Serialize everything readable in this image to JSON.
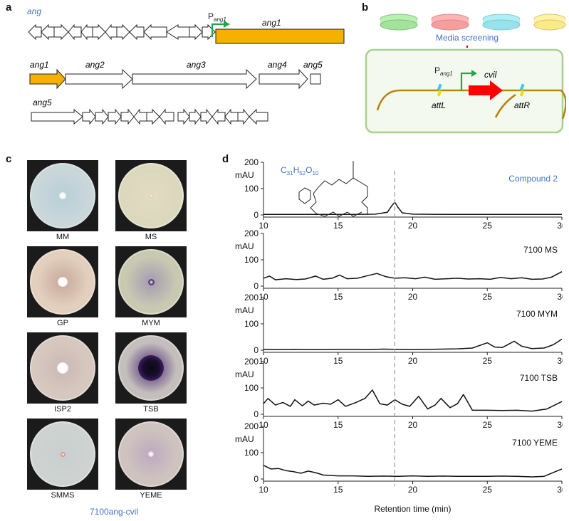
{
  "panels": {
    "a": "a",
    "b": "b",
    "c": "c",
    "d": "d"
  },
  "panel_a": {
    "cluster_name": "ang",
    "promoter": "P",
    "promoter_sub": "ang1",
    "genes_row1_label": "ang1",
    "row2_labels": [
      "ang1",
      "ang2",
      "ang3",
      "ang4",
      "ang5"
    ],
    "row3_label": "ang5",
    "colors": {
      "highlight": "#f5b000",
      "promoter_arrow": "#1fa84f",
      "blue_text": "#4472c4"
    }
  },
  "panel_b": {
    "media_screening": "Media screening",
    "promoter": "P",
    "promoter_sub": "ang1",
    "gene": "cvil",
    "attL": "attL",
    "attR": "attR",
    "colors": {
      "box_border": "#a9d08e",
      "box_fill": "#f4f9ef",
      "dna": "#b8860b",
      "gene": "#ff0000",
      "dish_colors": [
        "#b7f0b0",
        "#ffb3b3",
        "#aeeef5",
        "#fff3a8"
      ]
    }
  },
  "panel_c": {
    "plates": [
      {
        "label": "MM",
        "dish": "#c9d6da",
        "center": "#f4f4f4",
        "halo": "#b8cfd8",
        "spot": 10
      },
      {
        "label": "MS",
        "dish": "#dcd8bd",
        "center": "#e8c9a8",
        "halo": "#e3dbc2",
        "spot": 6
      },
      {
        "label": "GP",
        "dish": "#e2cfbd",
        "center": "#ffffff",
        "halo": "#c7a99c",
        "spot": 14
      },
      {
        "label": "MYM",
        "dish": "#c9c9b2",
        "center": "#4a2a6b",
        "halo": "#a49bb0",
        "spot": 9
      },
      {
        "label": "ISP2",
        "dish": "#d6c8bf",
        "center": "#ffffff",
        "halo": "#cbb7b4",
        "spot": 16
      },
      {
        "label": "TSB",
        "dish": "#c4bfbd",
        "center": "#111111",
        "halo": "#4a2470",
        "spot": 36
      },
      {
        "label": "SMMS",
        "dish": "#ced3d1",
        "center": "#d98a7d",
        "halo": "#c9cfcf",
        "spot": 7
      },
      {
        "label": "YEME",
        "dish": "#cfc3bf",
        "center": "#e8dcec",
        "halo": "#bda9bf",
        "spot": 8
      }
    ],
    "caption": "7100ang-cvil"
  },
  "panel_d": {
    "formula": "C31H52O10",
    "formula_parts": [
      "C",
      "31",
      "H",
      "52",
      "O",
      "10"
    ],
    "x_axis_label": "Retention time (min)",
    "y_axis_label": "mAU",
    "x_ticks": [
      "10",
      "15",
      "20",
      "25",
      "30"
    ],
    "y_ticks": [
      "0",
      "100",
      "200"
    ],
    "dashed_line_at": 18.8
  },
  "chart_data": [
    {
      "type": "line",
      "name": "Compound 2",
      "xlim": [
        10,
        30
      ],
      "ylim": [
        0,
        200
      ],
      "xlabel": "Retention time (min)",
      "ylabel": "mAU",
      "x": [
        10,
        12,
        14,
        16,
        17.5,
        18.3,
        18.6,
        18.8,
        19.0,
        19.3,
        20,
        22,
        24,
        26,
        28,
        30
      ],
      "y": [
        2,
        2,
        2,
        2,
        3,
        10,
        35,
        48,
        30,
        8,
        3,
        2,
        2,
        2,
        2,
        2
      ]
    },
    {
      "type": "line",
      "name": "7100 MS",
      "xlim": [
        10,
        30
      ],
      "ylim": [
        0,
        200
      ],
      "xlabel": "Retention time (min)",
      "ylabel": "mAU",
      "x": [
        10,
        10.4,
        10.8,
        11.5,
        12.2,
        12.8,
        13.5,
        14,
        14.6,
        15.1,
        15.6,
        16.3,
        17,
        17.6,
        18.2,
        18.8,
        19.5,
        20.2,
        20.8,
        21.5,
        22.3,
        23,
        23.7,
        24.5,
        25.2,
        25.9,
        26.6,
        27.3,
        28,
        28.7,
        29.3,
        30
      ],
      "y": [
        30,
        38,
        24,
        28,
        25,
        27,
        38,
        26,
        30,
        42,
        28,
        30,
        40,
        48,
        36,
        30,
        32,
        28,
        34,
        26,
        28,
        30,
        27,
        28,
        26,
        33,
        28,
        32,
        26,
        27,
        34,
        55
      ]
    },
    {
      "type": "line",
      "name": "7100 MYM",
      "xlim": [
        10,
        30
      ],
      "ylim": [
        0,
        200
      ],
      "xlabel": "Retention time (min)",
      "ylabel": "mAU",
      "x": [
        10,
        11,
        12,
        13,
        14,
        15,
        16,
        17,
        18,
        19,
        20,
        21,
        22,
        23,
        24,
        24.6,
        25,
        25.5,
        26,
        26.4,
        26.8,
        27.3,
        28,
        28.8,
        29.4,
        30
      ],
      "y": [
        3,
        2,
        3,
        2,
        2,
        3,
        3,
        2,
        4,
        3,
        2,
        3,
        4,
        5,
        8,
        20,
        28,
        12,
        10,
        22,
        34,
        15,
        6,
        8,
        20,
        42
      ]
    },
    {
      "type": "line",
      "name": "7100 TSB",
      "xlim": [
        10,
        30
      ],
      "ylim": [
        0,
        200
      ],
      "xlabel": "Retention time (min)",
      "ylabel": "mAU",
      "x": [
        10,
        10.3,
        10.8,
        11.3,
        11.8,
        12.1,
        12.6,
        13.0,
        13.4,
        14,
        14.5,
        15.0,
        15.5,
        16.2,
        16.8,
        17.3,
        17.8,
        18.3,
        18.8,
        19.3,
        19.8,
        20.4,
        21,
        21.5,
        21.9,
        22.5,
        23.0,
        23.4,
        24,
        25,
        26,
        27,
        28,
        29,
        30
      ],
      "y": [
        40,
        60,
        35,
        45,
        30,
        55,
        32,
        50,
        35,
        42,
        38,
        55,
        30,
        45,
        60,
        92,
        40,
        35,
        55,
        38,
        30,
        68,
        20,
        35,
        60,
        25,
        40,
        75,
        15,
        15,
        14,
        15,
        12,
        20,
        48
      ]
    },
    {
      "type": "line",
      "name": "7100 YEME",
      "xlim": [
        10,
        30
      ],
      "ylim": [
        0,
        200
      ],
      "xlabel": "Retention time (min)",
      "ylabel": "mAU",
      "x": [
        10,
        10.5,
        11,
        11.5,
        12,
        12.5,
        13,
        13.5,
        14,
        15,
        16,
        17,
        18,
        19,
        20,
        21,
        22,
        23,
        24,
        25,
        26,
        27,
        28,
        28.8,
        29.3,
        30
      ],
      "y": [
        52,
        38,
        40,
        32,
        28,
        22,
        30,
        24,
        15,
        12,
        12,
        10,
        11,
        10,
        12,
        10,
        11,
        10,
        10,
        10,
        11,
        10,
        8,
        10,
        22,
        38
      ]
    }
  ]
}
